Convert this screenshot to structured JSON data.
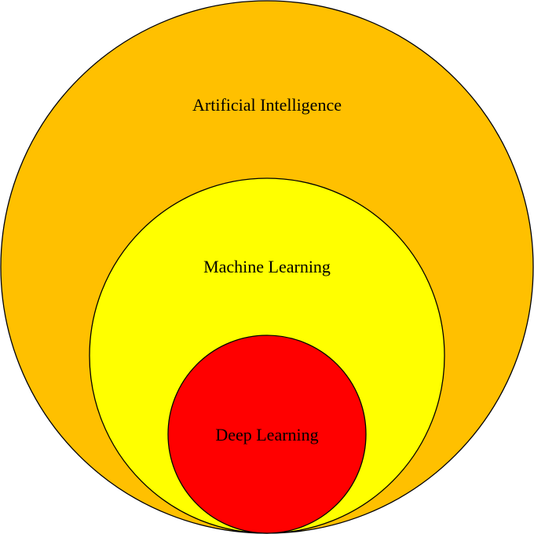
{
  "diagram": {
    "type": "nested-venn",
    "sets": [
      {
        "label": "Artificial Intelligence",
        "fill": "#FFC000"
      },
      {
        "label": "Machine Learning",
        "fill": "#FFFF00"
      },
      {
        "label": "Deep Learning",
        "fill": "#FF0000"
      }
    ]
  }
}
